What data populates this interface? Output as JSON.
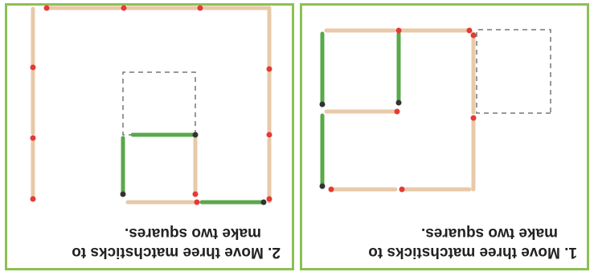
{
  "puzzles": [
    {
      "number": "1.",
      "line1": "Move three matchsticks to",
      "line2": "make two squares."
    },
    {
      "number": "2.",
      "line1": "Move three matchsticks to",
      "line2": "make two squares."
    }
  ],
  "colors": {
    "panel_border": "#8cc152",
    "match_stick": "#e8c9a8",
    "match_head_red": "#e53935",
    "highlight_stick": "#5aa84a",
    "highlight_head": "#333333",
    "dashed_outline": "#777777"
  }
}
